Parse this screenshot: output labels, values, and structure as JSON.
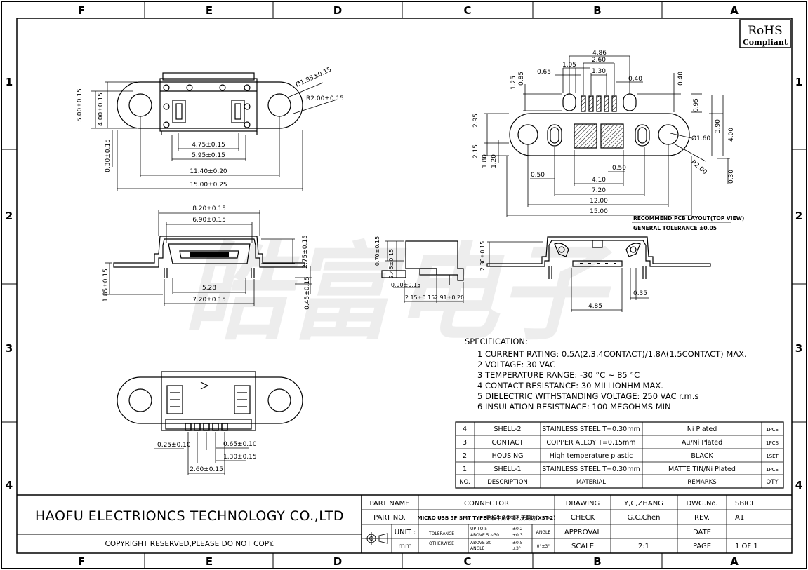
{
  "frame": {
    "columns": [
      "F",
      "E",
      "D",
      "C",
      "B",
      "A"
    ],
    "rows": [
      "1",
      "2",
      "3",
      "4"
    ]
  },
  "rohs": {
    "line1": "RoHS",
    "line2": "Compliant"
  },
  "watermark": "皓富电子",
  "views": {
    "top": {
      "dims": [
        "5.00±0.15",
        "4.00±0.15",
        "0.30±0.15",
        "Ø1.85±0.15",
        "R2.00±0.15",
        "4.75±0.15",
        "5.95±0.15",
        "11.40±0.20",
        "15.00±0.25"
      ]
    },
    "front": {
      "dims": [
        "8.20±0.15",
        "6.90±0.15",
        "2.75±0.15",
        "1.85±0.15",
        "5.28",
        "7.20±0.15",
        "0.45±0.15"
      ]
    },
    "side": {
      "dims": [
        "0.70±0.15",
        "2.45±0.15",
        "0.90±0.15",
        "2.15±0.15",
        "2.91±0.20",
        "2.30±0.15",
        "0.35",
        "4.85"
      ]
    },
    "bottom": {
      "dims": [
        "0.25±0.10",
        "0.65±0.10",
        "1.30±0.15",
        "2.60±0.15"
      ]
    },
    "pcb": {
      "dims": [
        "4.86",
        "2.60",
        "1.05",
        "0.65",
        "1.30",
        "0.40",
        "0.40",
        "0.85",
        "1.25",
        "2.95",
        "0.95",
        "3.90",
        "4.00",
        "Ø1.60",
        "R2.00",
        "2.15",
        "1.80",
        "1.20",
        "0.50",
        "0.50",
        "4.10",
        "7.20",
        "12.00",
        "15.00",
        "0.30"
      ],
      "caption": "RECOMMEND PCB LAYOUT(TOP VIEW)",
      "tolerance": "GENERAL TOLERANCE ±0.05"
    }
  },
  "spec": {
    "heading": "SPECIFICATION:",
    "items": [
      "1 CURRENT RATING: 0.5A(2.3.4CONTACT)/1.8A(1.5CONTACT) MAX.",
      "2 VOLTAGE: 30 VAC",
      "3 TEMPERATURE RANGE: -30 °C ~ 85 °C",
      "4 CONTACT RESISTANCE: 30 MILLIONHM MAX.",
      "5 DIELECTRIC WITHSTANDING VOLTAGE: 250 VAC r.m.s",
      "6 INSULATION RESISTNACE: 100 MEGOHMS MIN"
    ]
  },
  "bom": {
    "header": {
      "no": "NO.",
      "desc": "DESCRIPTION",
      "mat": "MATERIAL",
      "rem": "REMARKS",
      "qty": "QTY"
    },
    "rows": [
      {
        "no": "4",
        "desc": "SHELL-2",
        "mat": "STAINLESS STEEL T=0.30mm",
        "rem": "Ni Plated",
        "qty": "1PCS"
      },
      {
        "no": "3",
        "desc": "CONTACT",
        "mat": "COPPER ALLOY T=0.15mm",
        "rem": "Au/Ni Plated",
        "qty": "1PCS"
      },
      {
        "no": "2",
        "desc": "HOUSING",
        "mat": "High temperature plastic",
        "rem": "BLACK",
        "qty": "1SET"
      },
      {
        "no": "1",
        "desc": "SHELL-1",
        "mat": "STAINLESS STEEL T=0.30mm",
        "rem": "MATTE TIN/Ni Plated",
        "qty": "1PCS"
      }
    ]
  },
  "title": {
    "company": "HAOFU ELECTRIONCS TECHNOLOGY CO.,LTD",
    "copyright": "COPYRIGHT RESERVED,PLEASE DO NOT COPY.",
    "part_name_label": "PART NAME",
    "part_name": "CONNECTOR",
    "part_no_label": "PART NO.",
    "part_no": "MICRO USB 5P SMT TYPE贴板牛角带锁孔无翻边(XST-2)",
    "unit_label": "UNIT :",
    "unit": "mm",
    "tol_label": "TOLERANCE",
    "tol_label2": "OTHERWISE",
    "tol_r1": "UP TO 5",
    "tol_v1": "±0.2",
    "tol_r2": "ABOVE 5 ~30",
    "tol_v2": "±0.3",
    "tol_r3": "ABOVE 30",
    "tol_v3": "±0.5",
    "tol_r4": "ANGLE",
    "tol_v4": "±3°",
    "angle_label": "ANGLE",
    "angle_val": "0°±3°",
    "drawing_label": "DRAWING",
    "drawing": "Y,C,ZHANG",
    "check_label": "CHECK",
    "check": "G.C.Chen",
    "approval_label": "APPROVAL",
    "approval": "",
    "scale_label": "SCALE",
    "scale": "2:1",
    "dwgno_label": "DWG.No.",
    "dwgno": "SBICL",
    "rev_label": "REV.",
    "rev": "A1",
    "date_label": "DATE",
    "date": "",
    "page_label": "PAGE",
    "page": "1 OF 1"
  }
}
